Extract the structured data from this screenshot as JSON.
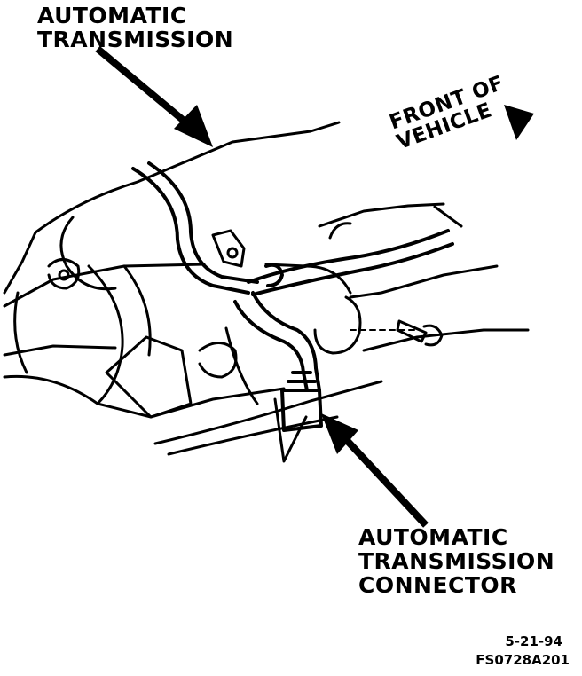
{
  "labels": {
    "transmission": [
      "AUTOMATIC",
      "TRANSMISSION"
    ],
    "front": [
      "FRONT OF",
      "VEHICLE"
    ],
    "connector": [
      "AUTOMATIC",
      "TRANSMISSION",
      "CONNECTOR"
    ]
  },
  "codes": {
    "date": "5-21-94",
    "figure_id": "FS0728A201"
  },
  "icons": {
    "leader_arrow": "arrow-icon",
    "direction_arrow": "front-direction-arrow-icon"
  },
  "colors": {
    "ink": "#000000",
    "paper": "#ffffff"
  }
}
